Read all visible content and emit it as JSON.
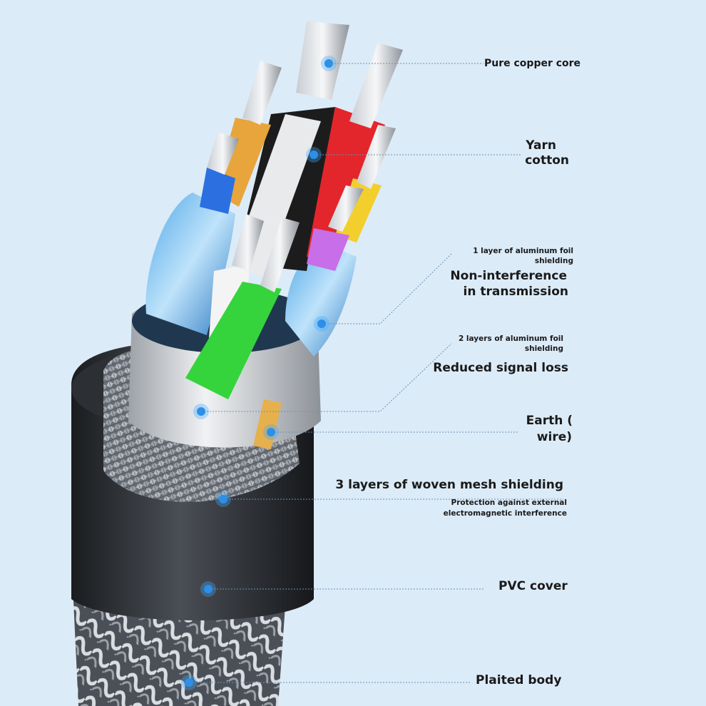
{
  "callouts": {
    "copper_core": {
      "title": "Pure copper core"
    },
    "yarn_cotton": {
      "title_line1": "Yarn",
      "title_line2": "cotton"
    },
    "foil_1_layer": {
      "note_line1": "1 layer of aluminum foil",
      "note_line2": "shielding",
      "title_line1": "Non-interference",
      "title_line2": "in transmission"
    },
    "foil_2_layers": {
      "note_line1": "2 layers of aluminum foil",
      "note_line2": "shielding",
      "title": "Reduced signal loss"
    },
    "earth_wire": {
      "title_line1": "Earth (",
      "title_line2": "wire)"
    },
    "woven_mesh": {
      "title": "3 layers of woven mesh shielding",
      "note_line1": "Protection against external",
      "note_line2": "electromagnetic interference"
    },
    "pvc_cover": {
      "title": "PVC cover"
    },
    "plaited_body": {
      "title": "Plaited body"
    }
  },
  "colors": {
    "background": "#dcebf8",
    "marker": "#2d8fe6",
    "leader_line": "#6a93b4",
    "pvc_jacket": "#2c2f33",
    "braid": "#5a5e66",
    "foil": "#c9ccd1",
    "wire_red": "#e3262b",
    "wire_blue": "#2c6fe0",
    "wire_green": "#35d43c",
    "wire_yellow": "#f2cf2c",
    "wire_purple": "#c86ee8",
    "wire_black": "#1c1c1c",
    "wire_white": "#f4f4f4",
    "wire_orange": "#e7a53c"
  }
}
